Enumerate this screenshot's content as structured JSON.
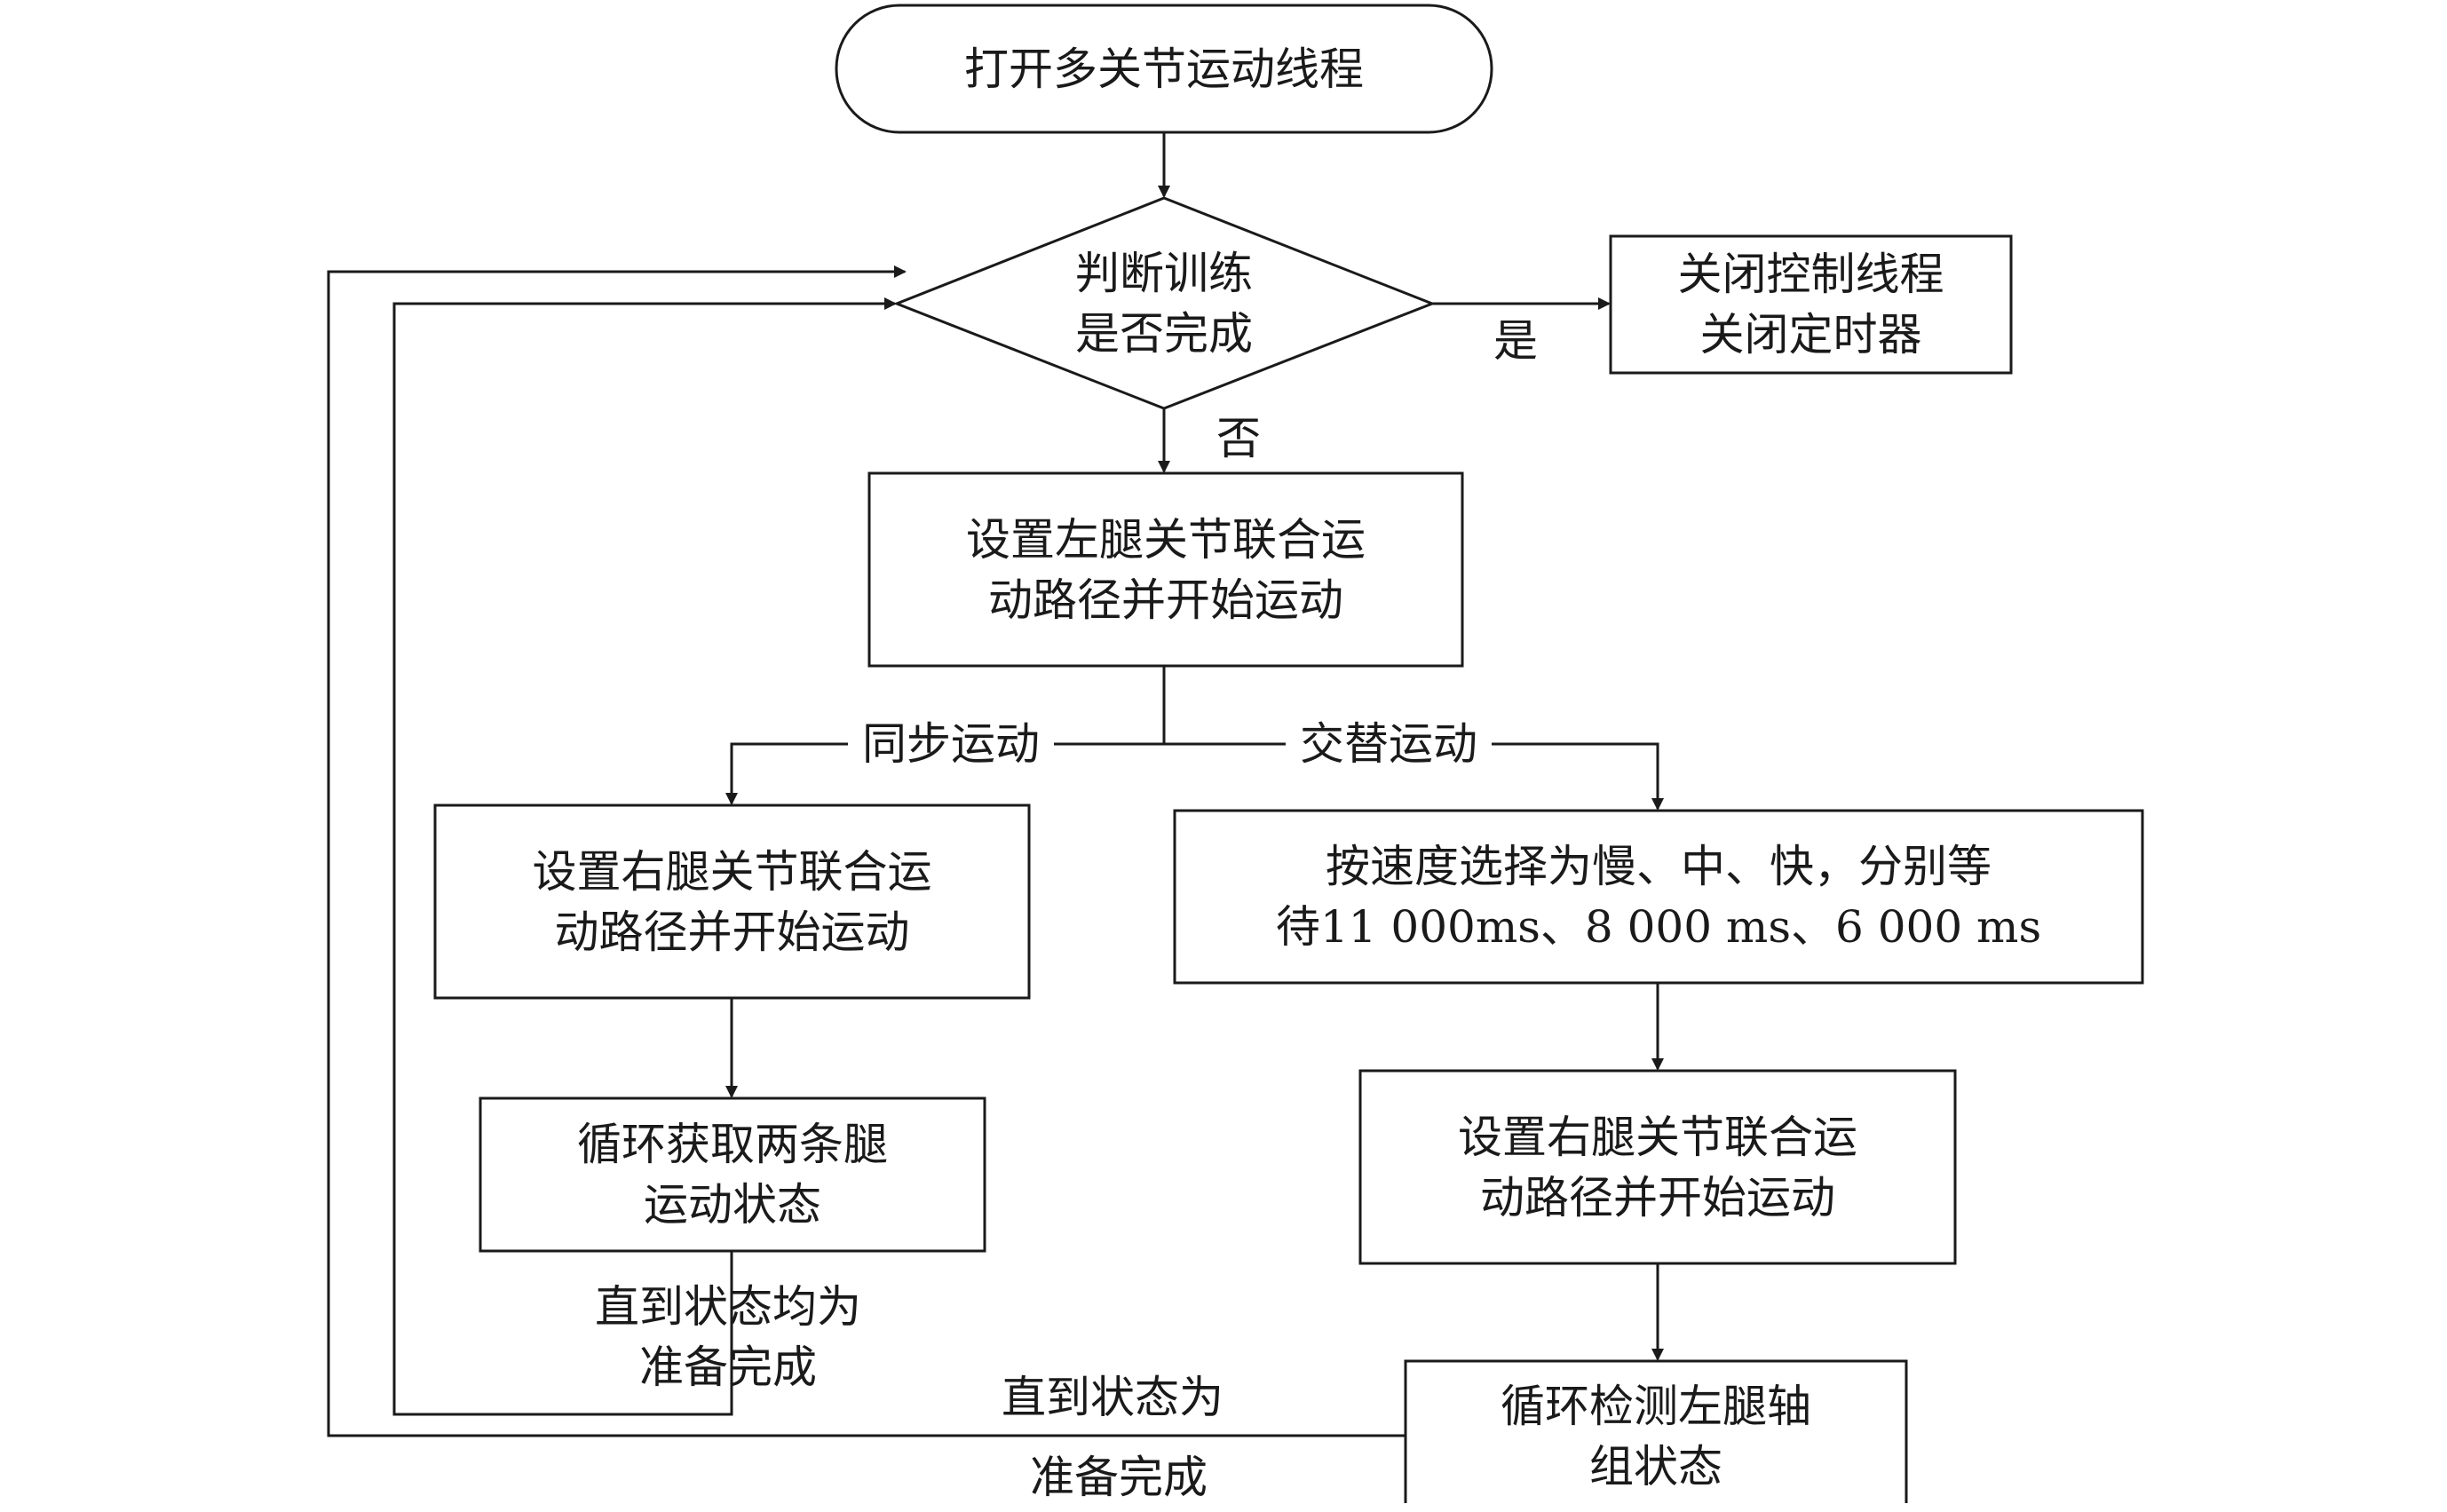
{
  "nodes": {
    "start": "打开多关节运动线程",
    "decision": "判断训练\n是否完成",
    "close": "关闭控制线程\n关闭定时器",
    "left_leg": "设置左腿关节联合运\n动路径并开始运动",
    "right_leg_sync": "设置右腿关节联合运\n动路径并开始运动",
    "speed_wait": "按速度选择为慢、中、快，分别等\n待11 000ms、8 000 ms、6 000 ms",
    "right_leg_alt": "设置右腿关节联合运\n动路径并开始运动",
    "loop_both": "循环获取两条腿\n运动状态",
    "loop_left_axis": "循环检测左腿轴\n组状态"
  },
  "edge_labels": {
    "yes": "是",
    "no": "否",
    "sync": "同步运动",
    "alternate": "交替运动",
    "until_both_ready": "直到状态均为\n准备完成",
    "until_ready_line1": "直到状态为",
    "until_ready_line2": "准备完成"
  }
}
